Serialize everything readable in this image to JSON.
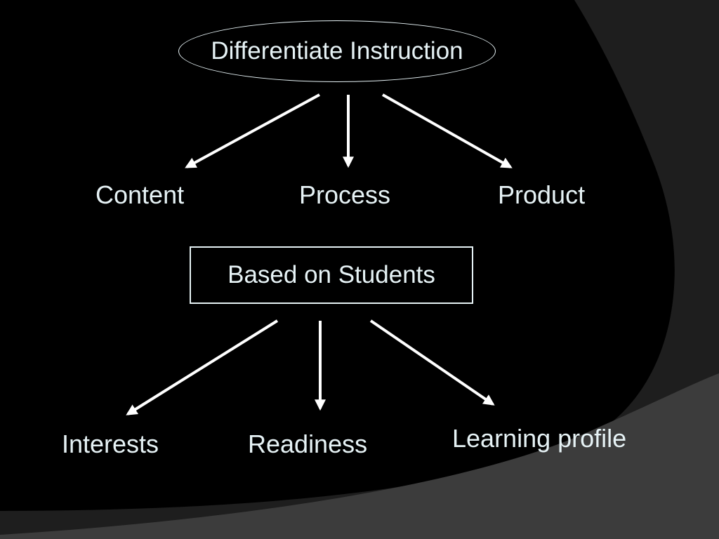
{
  "diagram": {
    "root": "Differentiate Instruction",
    "level1": [
      "Content",
      "Process",
      "Product"
    ],
    "middle": "Based on Students",
    "level2": [
      "Interests",
      "Readiness",
      "Learning profile"
    ]
  },
  "colors": {
    "background": "#000000",
    "band_dark": "#1e1e1e",
    "band_light": "#3c3c3c",
    "text": "#e6f2f5",
    "arrow": "#ffffff"
  }
}
